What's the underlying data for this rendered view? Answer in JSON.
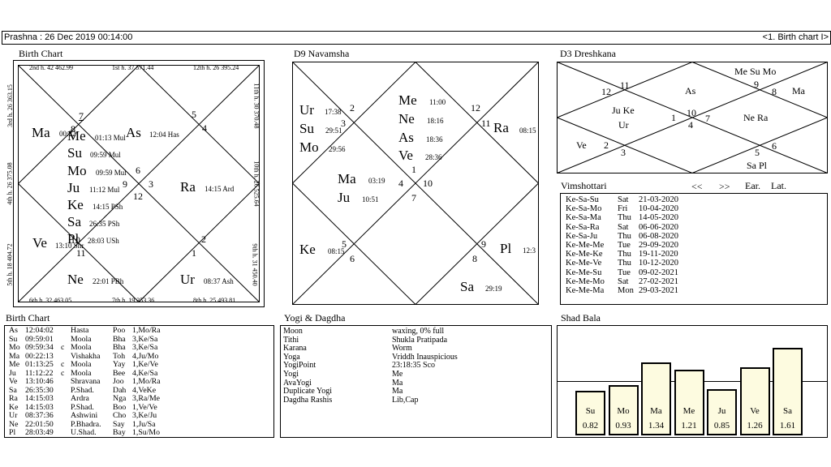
{
  "header": {
    "left": "Prashna :  26 Dec 2019  00:14:00",
    "right": "<1. Birth chart I>"
  },
  "birth_chart": {
    "title": "Birth Chart",
    "houses": {
      "h2": "2nd h.  42  462.99",
      "h1": "1st h.  37  571.44",
      "h12": "12th h.  26  395.24",
      "h3": "3rd h. 26  363.15",
      "h4": "4th h. 26  375.08",
      "h5": "5th h. 18  404.72",
      "h11": "11th h.  30  370.48",
      "h10": "10th h.  26  525.64",
      "h9": "9th h.  31  450.40",
      "h6": "6th h.  32  463.05",
      "h7": "7th h.  19  353.36",
      "h8": "8th h.  25  493.81"
    },
    "planets": {
      "ma": "Ma",
      "ma_t": "00:22",
      "me": "Me",
      "me_t": "01:13  Mul",
      "su": "Su",
      "su_t": "09:59  Mul",
      "mo": "Mo",
      "mo_t": "09:59  Mul",
      "ju": "Ju",
      "ju_t": "11:12  Mul",
      "ke": "Ke",
      "ke_t": "14:15  PSh",
      "sa": "Sa",
      "sa_t": "26:35  PSh",
      "pl": "Pl",
      "pl_t": "28:03  USh",
      "as": "As",
      "as_t": "12:04  Has",
      "ra": "Ra",
      "ra_t": "14:15  Ard",
      "ve": "Ve",
      "ve_t": "13:10  Shr",
      "ne": "Ne",
      "ne_t": "22:01  PBh",
      "ur": "Ur",
      "ur_t": "08:37  Ash"
    },
    "numbers": {
      "n7": "7",
      "n8": "8",
      "n5": "5",
      "n4": "4",
      "n6": "6",
      "n9": "9",
      "n3": "3",
      "n12": "12",
      "n2": "2",
      "n1": "1",
      "n10": "10",
      "n11": "11"
    }
  },
  "navamsha": {
    "title": "D9 Navamsha",
    "items": {
      "ur": "Ur",
      "ur_t": "17:38",
      "su": "Su",
      "su_t": "29:51",
      "mo": "Mo",
      "mo_t": "29:56",
      "me": "Me",
      "me_t": "11:00",
      "ne": "Ne",
      "ne_t": "18:16",
      "as": "As",
      "as_t": "18:36",
      "ve": "Ve",
      "ve_t": "28:36",
      "ma": "Ma",
      "ma_t": "03:19",
      "ju": "Ju",
      "ju_t": "10:51",
      "ra": "Ra",
      "ra_t": "08:15",
      "ke": "Ke",
      "ke_t": "08:15",
      "pl": "Pl",
      "pl_t": "12:3",
      "sa": "Sa",
      "sa_t": "29:19"
    },
    "numbers": {
      "n2": "2",
      "n3": "3",
      "n12": "12",
      "n11": "11",
      "n1": "1",
      "n4": "4",
      "n10": "10",
      "n7": "7",
      "n5": "5",
      "n6": "6",
      "n9": "9",
      "n8": "8"
    }
  },
  "dreshkana": {
    "title": "D3 Dreshkana",
    "items": {
      "mesumo": "Me Su Mo",
      "as": "As",
      "ma": "Ma",
      "juke": "Ju Ke",
      "ur": "Ur",
      "nera": "Ne Ra",
      "ve": "Ve",
      "sapl": "Sa Pl"
    },
    "numbers": {
      "n12": "12",
      "n11": "11",
      "n9": "9",
      "n8": "8",
      "n1": "1",
      "n10": "10",
      "n4": "4",
      "n7": "7",
      "n2": "2",
      "n3": "3",
      "n5": "5",
      "n6": "6"
    }
  },
  "vimshottari": {
    "title": "Vimshottari",
    "prev": "<<",
    "next": ">>",
    "ear": "Ear.",
    "lat": "Lat.",
    "rows": [
      [
        "Ke-Sa-Su",
        "Sat",
        "21-03-2020"
      ],
      [
        "Ke-Sa-Mo",
        "Fri",
        "10-04-2020"
      ],
      [
        "Ke-Sa-Ma",
        "Thu",
        "14-05-2020"
      ],
      [
        "Ke-Sa-Ra",
        "Sat",
        "06-06-2020"
      ],
      [
        "Ke-Sa-Ju",
        "Thu",
        "06-08-2020"
      ],
      [
        "Ke-Me-Me",
        "Tue",
        "29-09-2020"
      ],
      [
        "Ke-Me-Ke",
        "Thu",
        "19-11-2020"
      ],
      [
        "Ke-Me-Ve",
        "Thu",
        "10-12-2020"
      ],
      [
        "Ke-Me-Su",
        "Tue",
        "09-02-2021"
      ],
      [
        "Ke-Me-Mo",
        "Sat",
        "27-02-2021"
      ],
      [
        "Ke-Me-Ma",
        "Mon",
        "29-03-2021"
      ]
    ]
  },
  "birth_table": {
    "title": "Birth Chart",
    "rows": [
      [
        "As",
        "12:04:02",
        "",
        "Hasta",
        "Poo",
        "1,Mo/Ra"
      ],
      [
        "Su",
        "09:59:01",
        "",
        "Moola",
        "Bha",
        "3,Ke/Sa"
      ],
      [
        "Mo",
        "09:59:34",
        "c",
        "Moola",
        "Bha",
        "3,Ke/Sa"
      ],
      [
        "Ma",
        "00:22:13",
        "",
        "Vishakha",
        "Toh",
        "4,Ju/Mo"
      ],
      [
        "Me",
        "01:13:25",
        "c",
        "Moola",
        "Yay",
        "1,Ke/Ve"
      ],
      [
        "Ju",
        "11:12:22",
        "c",
        "Moola",
        "Bee",
        "4,Ke/Sa"
      ],
      [
        "Ve",
        "13:10:46",
        "",
        "Shravana",
        "Joo",
        "1,Mo/Ra"
      ],
      [
        "Sa",
        "26:35:30",
        "",
        "P.Shad.",
        "Dah",
        "4,VeKe"
      ],
      [
        "Ra",
        "14:15:03",
        "",
        "Ardra",
        "Nga",
        "3,Ra/Me"
      ],
      [
        "Ke",
        "14:15:03",
        "",
        "P.Shad.",
        "Boo",
        "1,Ve/Ve"
      ],
      [
        "Ur",
        "08:37:36",
        "",
        "Ashwini",
        "Cho",
        "3,Ke/Ju"
      ],
      [
        "Ne",
        "22:01:50",
        "",
        "P.Bhadra.",
        "Say",
        "1,Ju/Sa"
      ],
      [
        "Pl",
        "28:03:49",
        "",
        "U.Shad.",
        "Bay",
        "1,Su/Mo"
      ]
    ]
  },
  "yogi": {
    "title": "Yogi & Dagdha",
    "rows": [
      [
        "Moon",
        "waxing, 0% full"
      ],
      [
        "Tithi",
        "Shukla  Pratipada"
      ],
      [
        "Karana",
        "Worm"
      ],
      [
        "Yoga",
        "Vriddh Inauspicious"
      ],
      [
        "YogiPoint",
        "23:18:35 Sco"
      ],
      [
        "Yogi",
        "Me"
      ],
      [
        "AvaYogi",
        "Ma"
      ],
      [
        "Duplicate Yogi",
        "Ma"
      ],
      [
        "Dagdha Rashis",
        "Lib,Cap"
      ]
    ]
  },
  "shad_bala": {
    "title": "Shad Bala",
    "chart_data": {
      "type": "bar",
      "categories": [
        "Su",
        "Mo",
        "Ma",
        "Me",
        "Ju",
        "Ve",
        "Sa"
      ],
      "values": [
        0.82,
        0.93,
        1.34,
        1.21,
        0.85,
        1.26,
        1.61
      ],
      "labels": [
        "0.82",
        "0.93",
        "1.34",
        "1.21",
        "0.85",
        "1.26",
        "1.61"
      ],
      "baseline": 1.0
    }
  }
}
